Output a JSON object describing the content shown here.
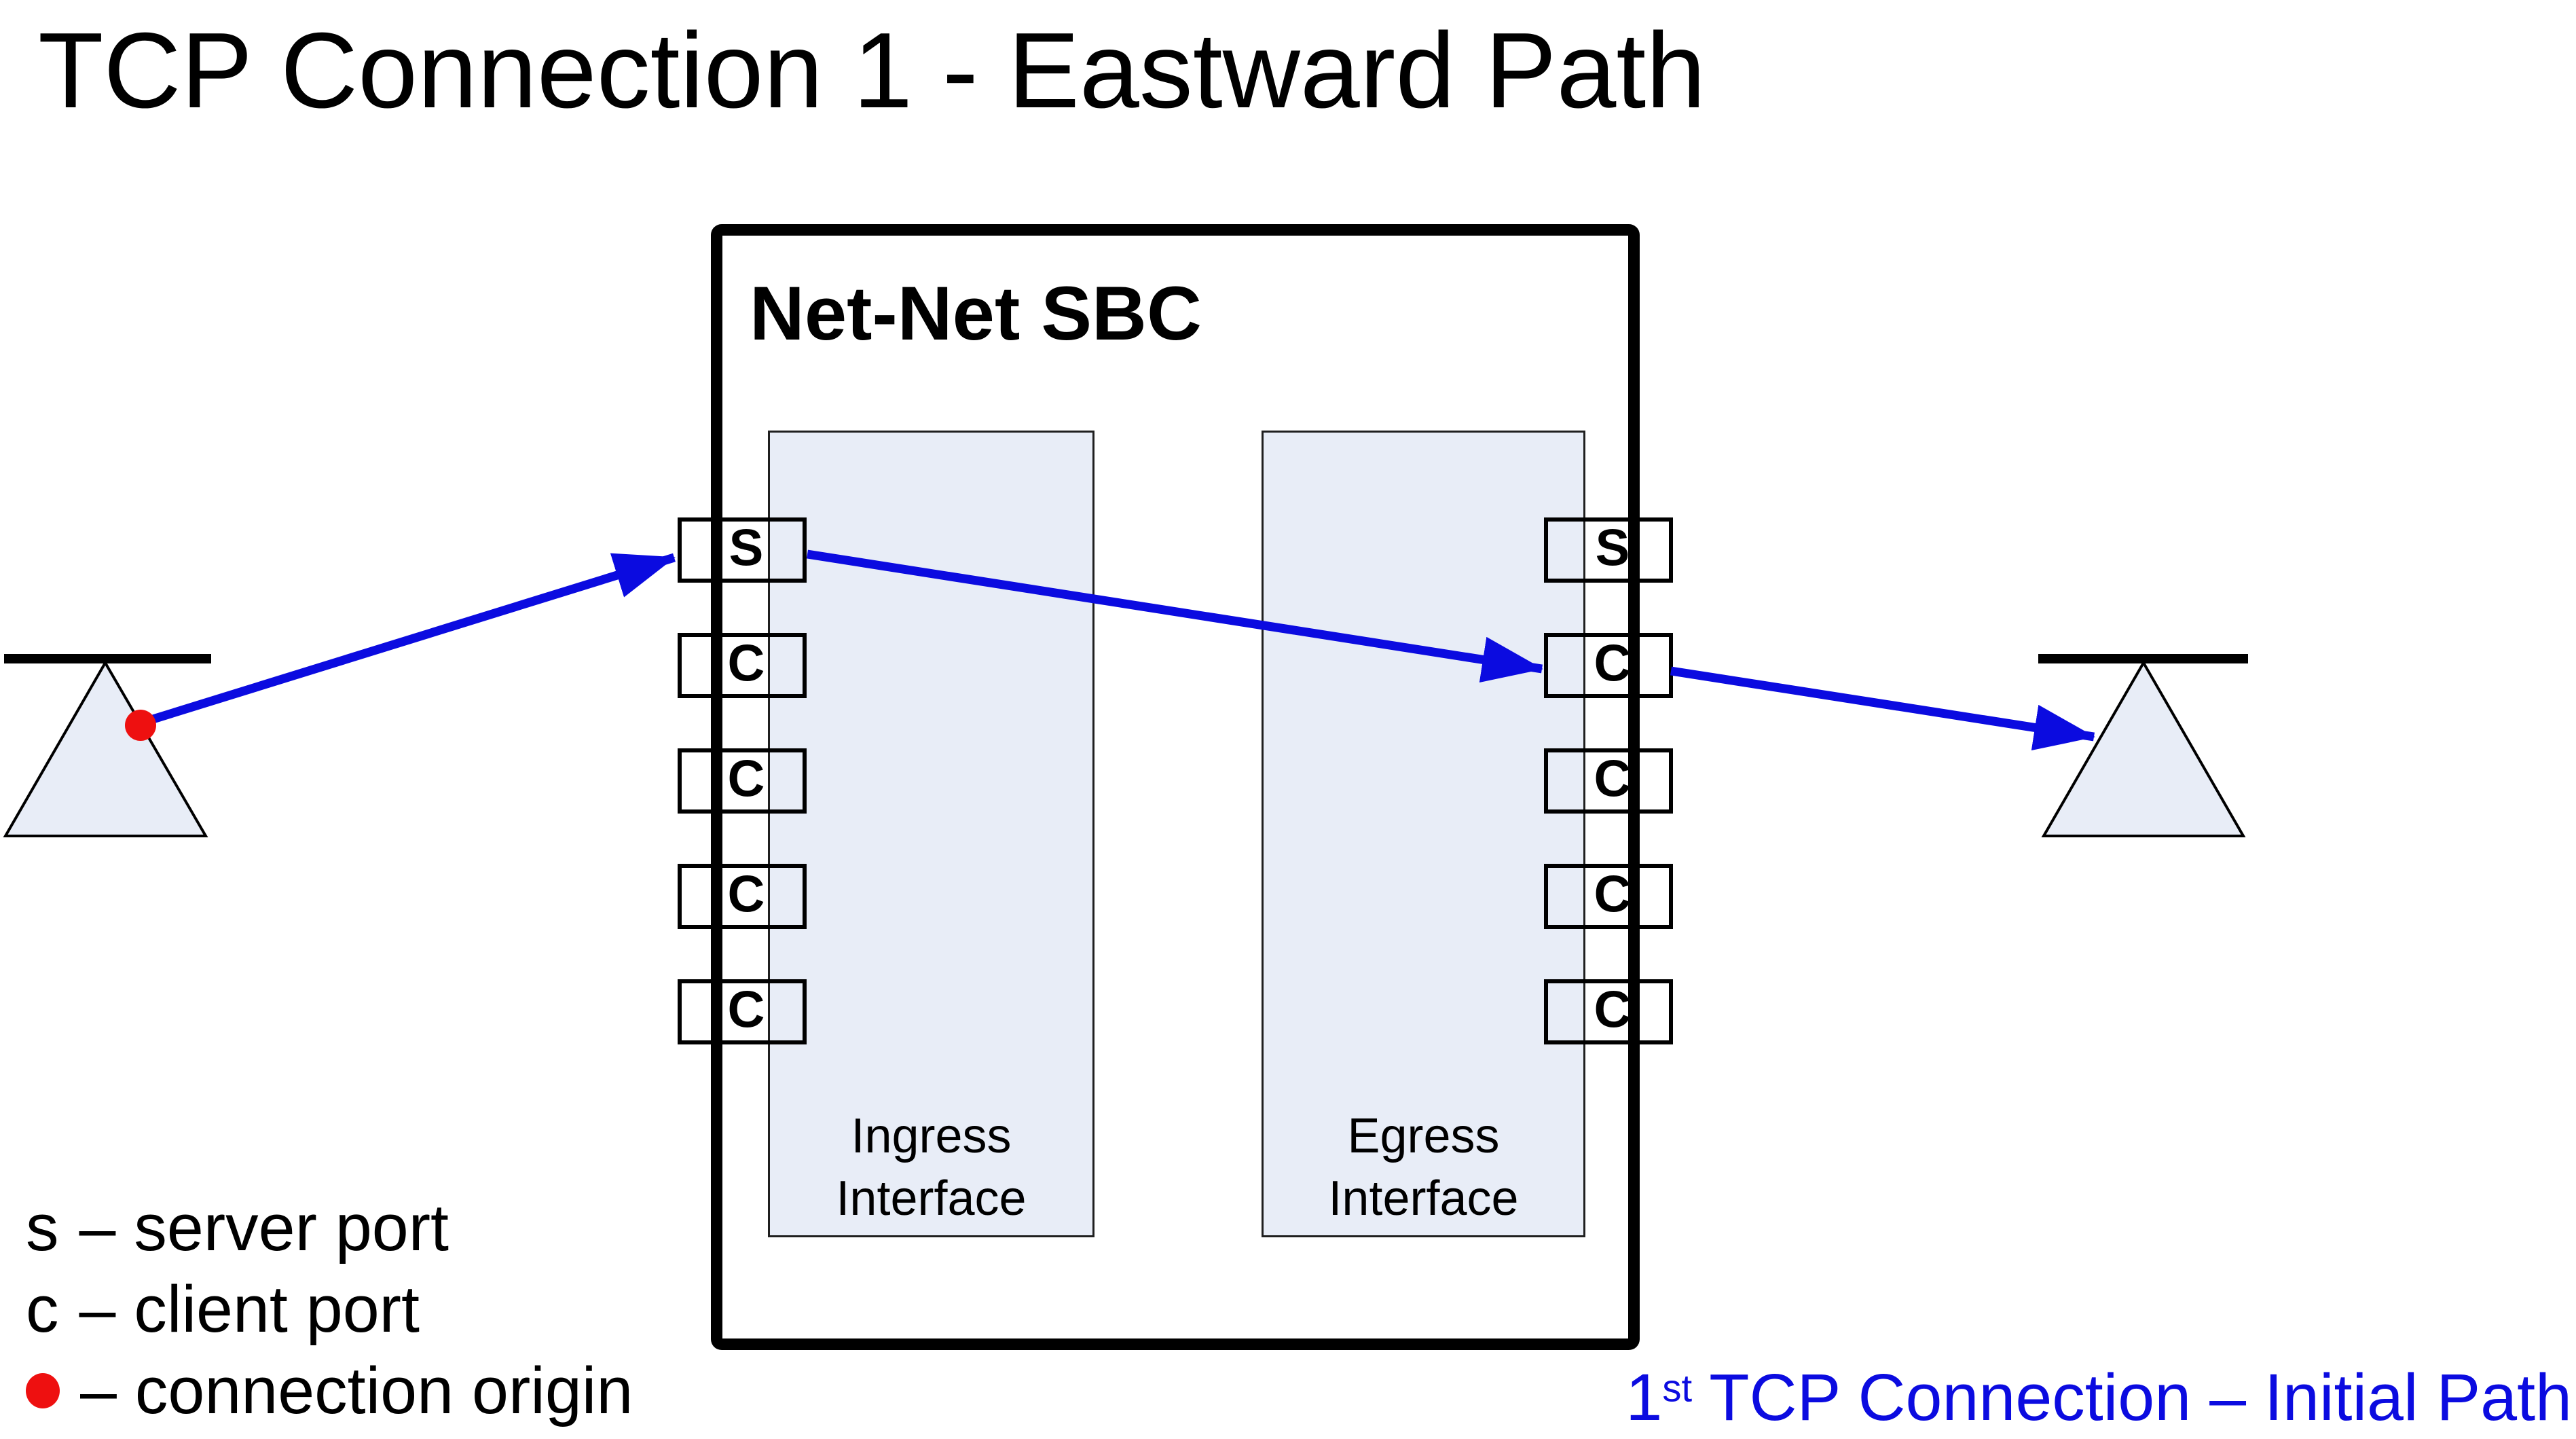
{
  "title": "TCP Connection 1 - Eastward Path",
  "sbc": {
    "label": "Net-Net SBC",
    "ingress_label": [
      "Ingress",
      "Interface"
    ],
    "egress_label": [
      "Egress",
      "Interface"
    ],
    "left_ports": [
      "S",
      "C",
      "C",
      "C",
      "C"
    ],
    "right_ports": [
      "S",
      "C",
      "C",
      "C",
      "C"
    ]
  },
  "legend": {
    "server": {
      "symbol": "s",
      "text": "– server port"
    },
    "client": {
      "symbol": "c",
      "text": "– client port"
    },
    "origin": {
      "symbol": "red-dot",
      "text": "– connection origin"
    }
  },
  "caption": {
    "number": "1",
    "ordinal": "st",
    "rest": " TCP Connection – Initial Path"
  },
  "colors": {
    "path_blue": "#0b0be0",
    "origin_red": "#ee1010",
    "panel_fill": "#e8edf7"
  }
}
